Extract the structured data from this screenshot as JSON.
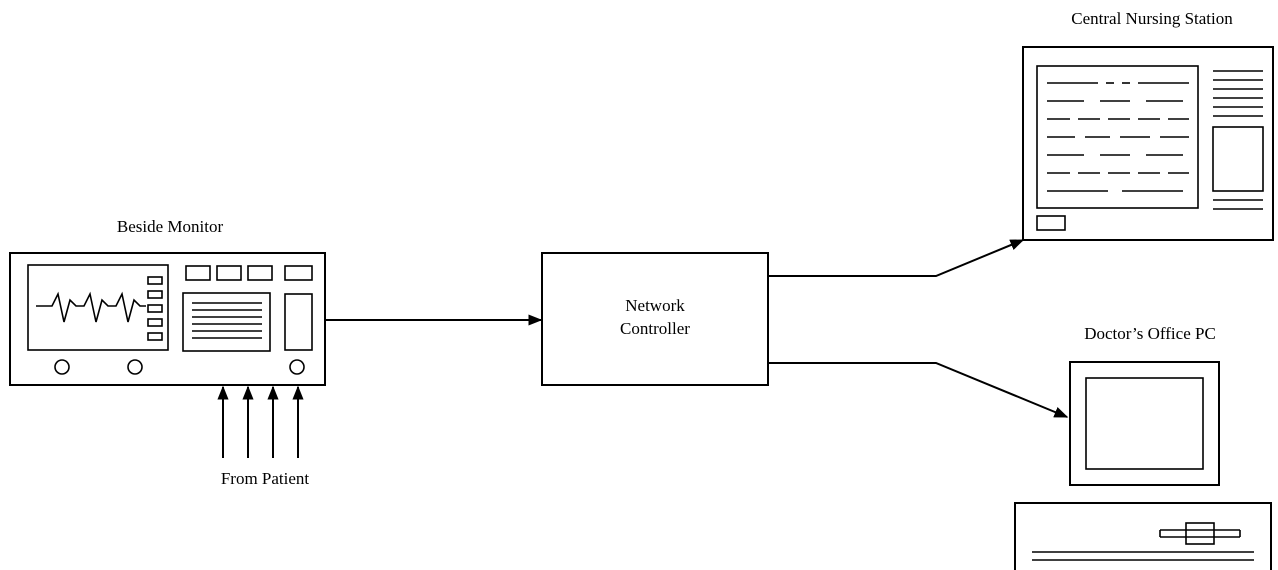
{
  "labels": {
    "bedside_monitor": "Beside Monitor",
    "from_patient": "From Patient",
    "network_controller_line1": "Network",
    "network_controller_line2": "Controller",
    "central_station": "Central Nursing Station",
    "doctor_pc": "Doctor’s Office PC"
  },
  "colors": {
    "stroke": "#000000",
    "background": "#ffffff"
  }
}
